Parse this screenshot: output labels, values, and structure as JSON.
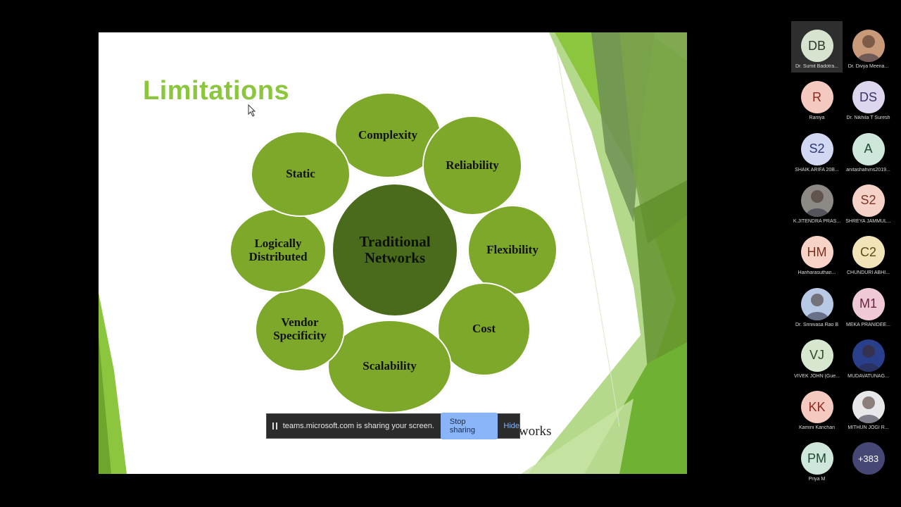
{
  "slide": {
    "title": "Limitations",
    "center_label": "Traditional Networks",
    "bubbles": [
      "Complexity",
      "Reliability",
      "Flexibility",
      "Cost",
      "Scalability",
      "Vendor Specificity",
      "Logically Distributed",
      "Static"
    ],
    "footer_partial": "works"
  },
  "share_bar": {
    "message": "teams.microsoft.com is sharing your screen.",
    "stop_label": "Stop sharing",
    "hide_label": "Hide"
  },
  "participants": [
    {
      "initials": "DB",
      "name": "Dr. Sumit Badotra...",
      "bg": "#d8e3cf",
      "fg": "#2a3a2a",
      "photo": false,
      "active": true
    },
    {
      "initials": "",
      "name": "Dr. Divya Meena...",
      "bg": "#c99a7a",
      "fg": "#ffffff",
      "photo": true,
      "active": false
    },
    {
      "initials": "R",
      "name": "Ramya",
      "bg": "#f4c9c0",
      "fg": "#8b2a20",
      "photo": false,
      "active": false
    },
    {
      "initials": "DS",
      "name": "Dr. Nikhila T Suresh",
      "bg": "#ded6ee",
      "fg": "#3e3266",
      "photo": false,
      "active": false
    },
    {
      "initials": "S2",
      "name": "SHAIK ARIFA 20B...",
      "bg": "#d2d8f2",
      "fg": "#2c3870",
      "photo": false,
      "active": false
    },
    {
      "initials": "A",
      "name": "anitashahvns2019...",
      "bg": "#cfe6da",
      "fg": "#1f4a34",
      "photo": false,
      "active": false
    },
    {
      "initials": "",
      "name": "K.JITENDRA PRAS...",
      "bg": "#8d8a86",
      "fg": "#ffffff",
      "photo": true,
      "active": false
    },
    {
      "initials": "S2",
      "name": "SHREYA JAMMUL...",
      "bg": "#f5d2c8",
      "fg": "#7a3526",
      "photo": false,
      "active": false
    },
    {
      "initials": "HM",
      "name": "Hariharasuthan...",
      "bg": "#f6d3c6",
      "fg": "#7a3020",
      "photo": false,
      "active": false
    },
    {
      "initials": "C2",
      "name": "CHUNDURI ABHI...",
      "bg": "#f1e4b8",
      "fg": "#5e4a12",
      "photo": false,
      "active": false
    },
    {
      "initials": "",
      "name": "Dr. Srinivasa Rao B",
      "bg": "#b8c9e6",
      "fg": "#ffffff",
      "photo": true,
      "active": false
    },
    {
      "initials": "M1",
      "name": "MEKA PRANIDEE...",
      "bg": "#efc9d6",
      "fg": "#6a2240",
      "photo": false,
      "active": false
    },
    {
      "initials": "VJ",
      "name": "VIVEK JOHN (Gue...",
      "bg": "#d7e6cf",
      "fg": "#2d4a22",
      "photo": false,
      "active": false
    },
    {
      "initials": "",
      "name": "MUDAVATUNAG...",
      "bg": "#2a3f8c",
      "fg": "#ffffff",
      "photo": true,
      "active": false
    },
    {
      "initials": "KK",
      "name": "Kamini Kanchan",
      "bg": "#f4c9c0",
      "fg": "#8b2a20",
      "photo": false,
      "active": false
    },
    {
      "initials": "",
      "name": "MITHUN JOGI R...",
      "bg": "#e8e8ea",
      "fg": "#ffffff",
      "photo": true,
      "active": false
    },
    {
      "initials": "PM",
      "name": "Priya M",
      "bg": "#cfe6da",
      "fg": "#1f4a34",
      "photo": false,
      "active": false
    },
    {
      "initials": "+383",
      "name": "",
      "bg": "#464775",
      "fg": "#ffffff",
      "photo": false,
      "active": false
    }
  ]
}
